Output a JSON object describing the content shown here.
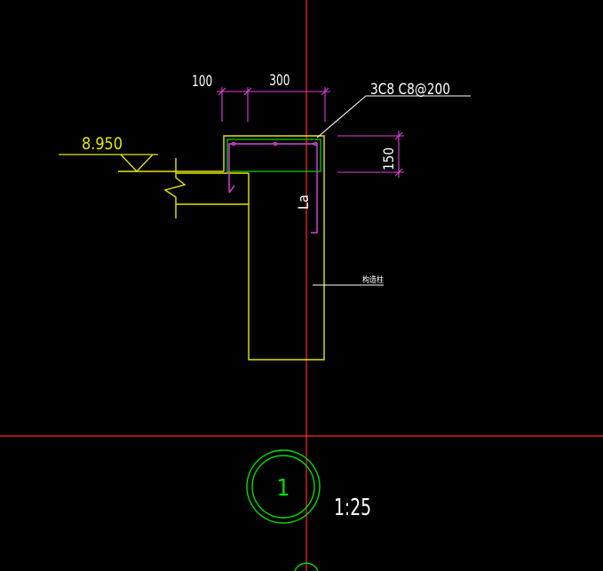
{
  "drawing": {
    "background": "#000000",
    "dimensions": {
      "dim_100": "100",
      "dim_300": "300",
      "dim_150": "150"
    },
    "rebar_callout": "3C8 C8@200",
    "elevation": "8.950",
    "anchorage_label": "La",
    "small_label": "构造柱",
    "detail_number": "1",
    "scale": "1:25",
    "colors": {
      "axis": "#ff2a2a",
      "concrete": "#e6e600",
      "rebar": "#e040e0",
      "stirrup": "#00dd00",
      "text": "#ffffff",
      "leader": "#ffffff",
      "detail_circle": "#00dd00"
    }
  }
}
